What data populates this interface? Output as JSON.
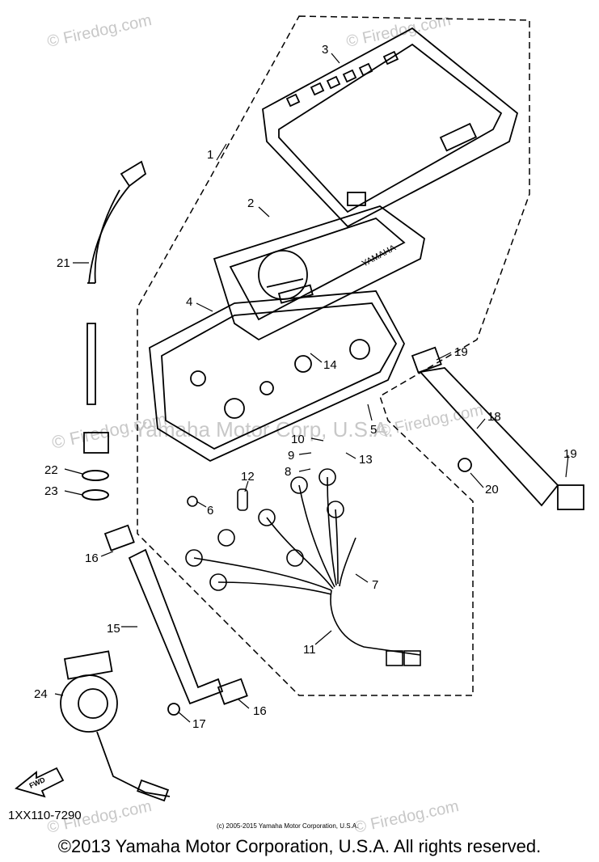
{
  "diagram": {
    "watermark": "© Firedog.com",
    "watermark_bg": "Yamaha Motor Corp, U.S.A.",
    "part_code": "1XX110-7290",
    "small_copyright": "(c) 2005-2015 Yamaha Motor Corporation, U.S.A.",
    "brand_text": "YAMAHA",
    "fwd_text": "FWD",
    "callouts": [
      "1",
      "2",
      "3",
      "4",
      "5",
      "6",
      "7",
      "8",
      "9",
      "10",
      "11",
      "12",
      "13",
      "14",
      "15",
      "16",
      "16",
      "17",
      "18",
      "19",
      "19",
      "20",
      "21",
      "22",
      "23",
      "24"
    ]
  },
  "footer": {
    "copyright": "©2013 Yamaha Motor Corporation, U.S.A. All rights reserved."
  }
}
